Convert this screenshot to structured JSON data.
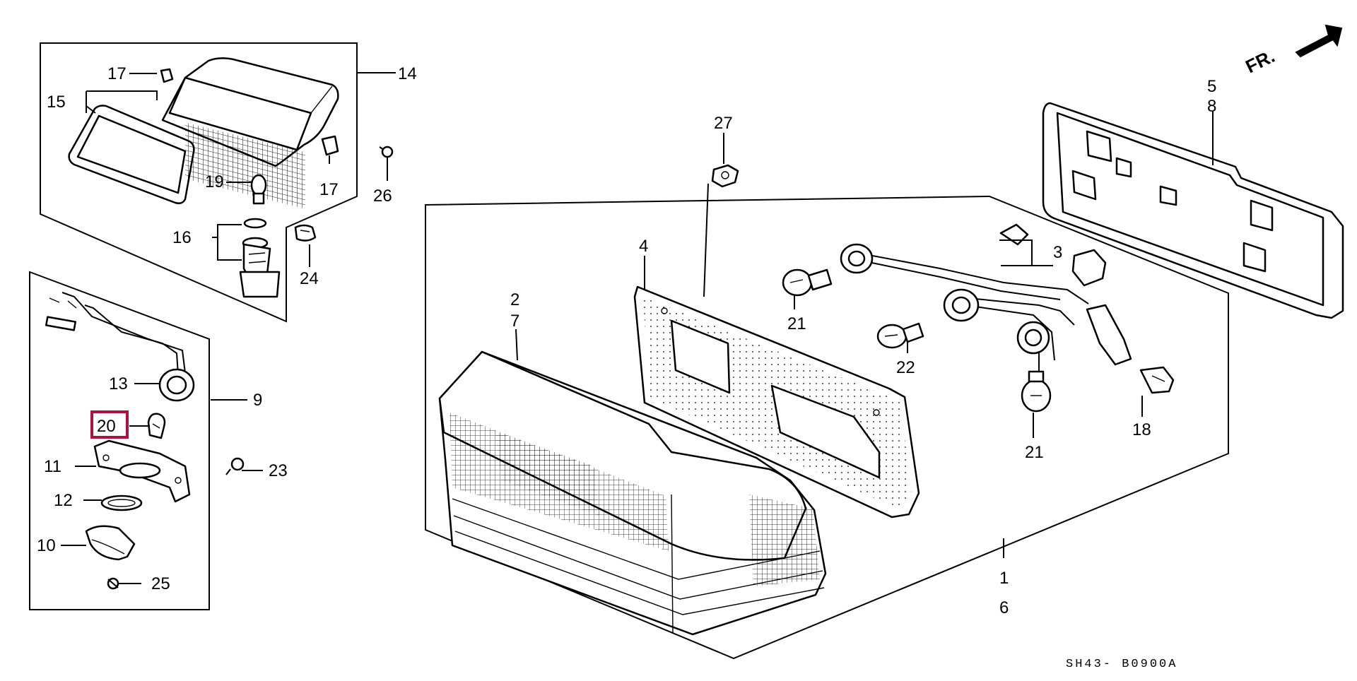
{
  "diagram": {
    "code": "SH43- B0900A",
    "direction": "FR.",
    "highlight_color": "#b0103a",
    "highlighted_part": "20",
    "callouts": {
      "c1": "1",
      "c2": "2",
      "c3": "3",
      "c4": "4",
      "c5": "5",
      "c6": "6",
      "c7": "7",
      "c8": "8",
      "c9": "9",
      "c10": "10",
      "c11": "11",
      "c12": "12",
      "c13": "13",
      "c14": "14",
      "c15": "15",
      "c16": "16",
      "c17a": "17",
      "c17b": "17",
      "c18": "18",
      "c19": "19",
      "c20": "20",
      "c21a": "21",
      "c21b": "21",
      "c22": "22",
      "c23": "23",
      "c24": "24",
      "c25": "25",
      "c26": "26",
      "c27": "27"
    }
  }
}
